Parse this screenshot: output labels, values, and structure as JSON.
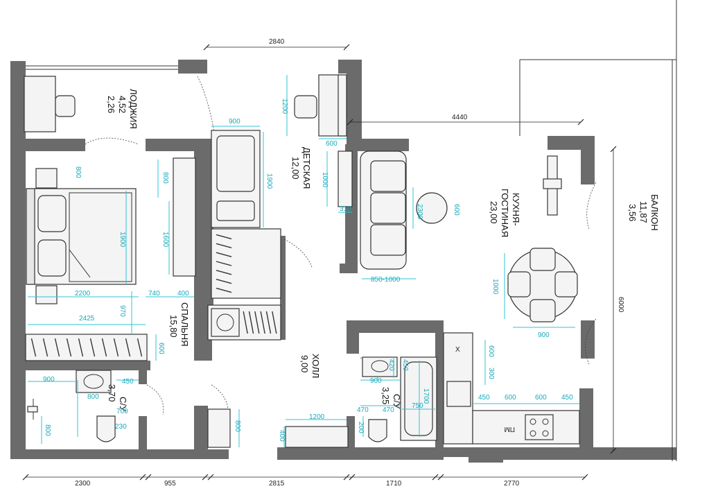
{
  "rooms": {
    "loggia": {
      "name": "ЛОДЖИЯ",
      "area": "4,52",
      "h": "2,26"
    },
    "kids": {
      "name": "ДЕТСКАЯ",
      "area": "12,00"
    },
    "kitchen": {
      "name1": "КУХНЯ-",
      "name2": "ГОСТИНАЯ",
      "area": "23,00"
    },
    "balcony": {
      "name": "БАЛКОН",
      "area": "11,87",
      "h": "3,56"
    },
    "bedroom": {
      "name": "СПАЛЬНЯ",
      "area": "15,80"
    },
    "hall": {
      "name": "ХОЛЛ",
      "area": "9,00"
    },
    "bath1": {
      "name": "С/У",
      "area": "3,70"
    },
    "bath2": {
      "name": "С/У",
      "area": "3,25"
    }
  },
  "dims": {
    "top_2840": "2840",
    "mid_4440": "4440",
    "right_6000": "6000",
    "b_2300": "2300",
    "b_955": "955",
    "b_2815": "2815",
    "b_1710": "1710",
    "b_2770": "2770",
    "w_900_kids": "900",
    "w_1200_desk": "1200",
    "w_600_desk": "600",
    "w_1900_bed": "1900",
    "w_1000": "1000",
    "w_310": "310",
    "w_800_bed": "800",
    "w_800_chair": "800",
    "w_1900_bedroom": "1900",
    "w_1600": "1600",
    "w_2300_circle": "2300",
    "w_600_circle": "600",
    "w_850_1000": "850-1000",
    "w_1000_table": "1000",
    "w_900_table": "900",
    "w_2200": "2200",
    "w_740": "740",
    "w_400": "400",
    "w_970": "970",
    "w_2425": "2425",
    "w_600_wardrobe": "600",
    "w_900_bath1": "900",
    "w_450_bath1": "450",
    "w_800_sink": "800",
    "w_700": "700",
    "w_230": "230",
    "w_800_bath1": "800",
    "w_800_hall": "800",
    "w_1200_hall": "1200",
    "w_400_hall": "400",
    "w_420": "420",
    "w_450_tub": "450",
    "w_900_bath2": "900",
    "w_1700": "1700",
    "w_470a": "470",
    "w_470b": "470",
    "w_750": "750",
    "w_200": "200",
    "w_600_k1": "600",
    "w_300_k": "300",
    "w_450_k1": "450",
    "w_600_k2": "600",
    "w_600_k3": "600",
    "w_450_k2": "450"
  },
  "labels": {
    "pm": "ПМ",
    "x": "Х"
  }
}
